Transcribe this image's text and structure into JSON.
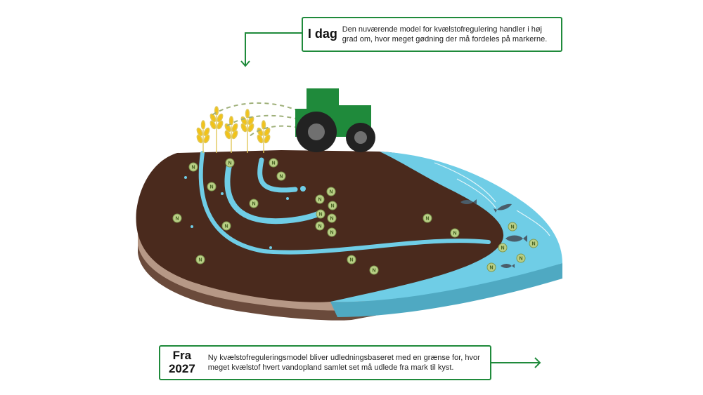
{
  "today": {
    "label": "I dag",
    "text": "Den nuværende model for kvælstofregulering handler i høj grad om, hvor meget gødning der må fordeles på markerne."
  },
  "future": {
    "label": "Fra\n2027",
    "text": "Ny kvælstofreguleringsmodel bliver udledningsbaseret med en grænse for, hvor meget kvælstof hvert vandopland samlet set må udlede fra mark til kyst."
  },
  "nutrient_symbol": "N",
  "colors": {
    "frame_green": "#1f8a3b",
    "soil": "#4a2a1d",
    "water": "#6fcde6",
    "tractor": "#1f8a3b",
    "grain": "#f2c318",
    "nutrient_badge": "#b9cf86"
  },
  "icons": [
    "arrow-down-left-icon",
    "arrow-right-icon",
    "tractor-icon",
    "wheat-icon",
    "fish-icon"
  ]
}
